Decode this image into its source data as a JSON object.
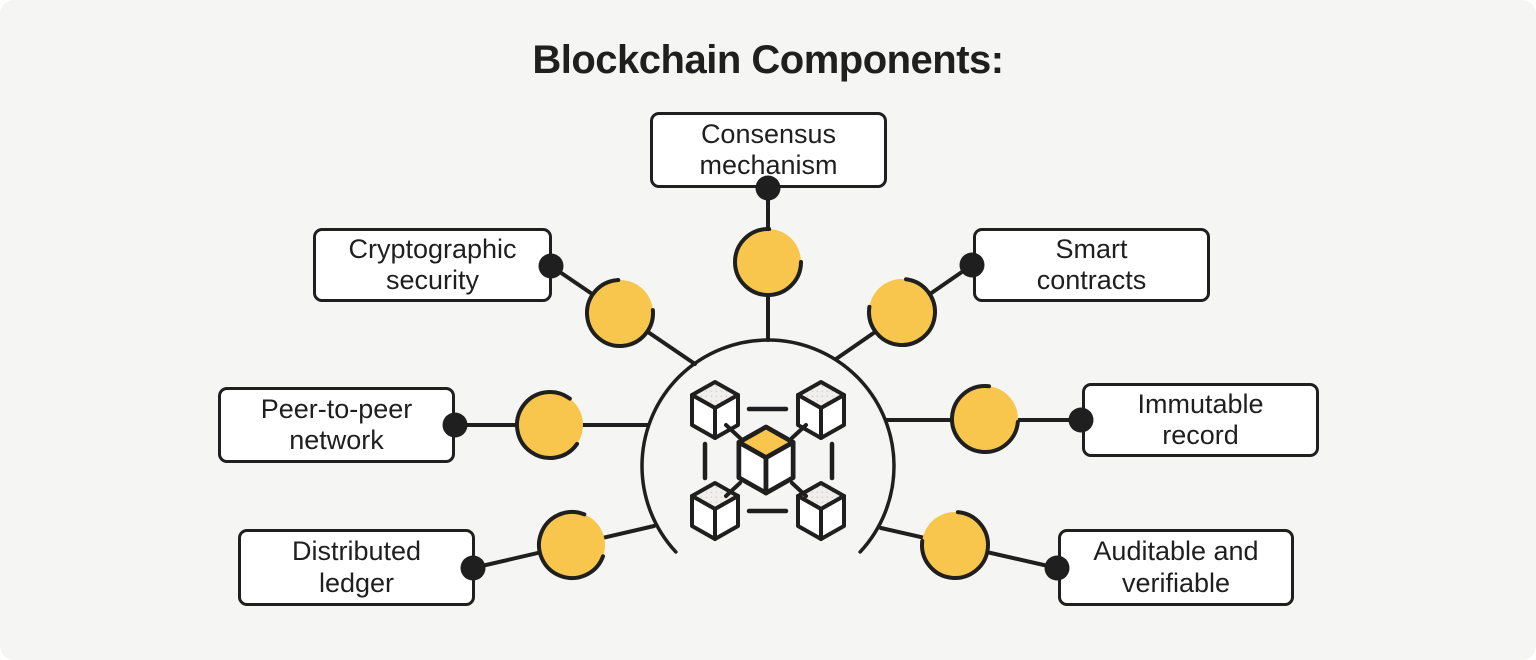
{
  "title": "Blockchain Components:",
  "hub": {
    "icon": "blockchain-network-icon",
    "description": "circle with five linked cubes, center cube highlighted"
  },
  "nodes": [
    {
      "id": "consensus-mechanism",
      "label": "Consensus\nmechanism"
    },
    {
      "id": "cryptographic-security",
      "label": "Cryptographic\nsecurity"
    },
    {
      "id": "smart-contracts",
      "label": "Smart\ncontracts"
    },
    {
      "id": "peer-to-peer-network",
      "label": "Peer-to-peer\nnetwork"
    },
    {
      "id": "immutable-record",
      "label": "Immutable\nrecord"
    },
    {
      "id": "distributed-ledger",
      "label": "Distributed\nledger"
    },
    {
      "id": "auditable-verifiable",
      "label": "Auditable and\nverifiable"
    }
  ],
  "colors": {
    "background": "#f5f5f4",
    "stroke": "#1f1f1f",
    "accent_yellow": "#f8c64c",
    "box_background": "#ffffff",
    "cube_top_texture": "#d8d6d2"
  }
}
